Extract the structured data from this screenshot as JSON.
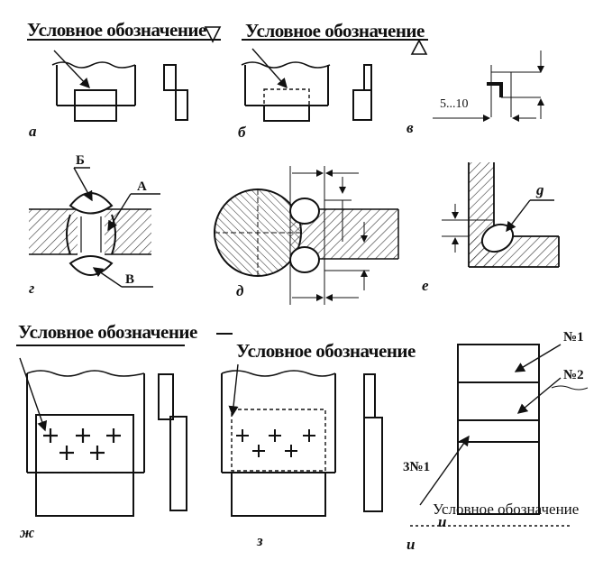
{
  "colors": {
    "ink": "#111111",
    "background": "#ffffff",
    "hatch": "#333333"
  },
  "captions": {
    "a": "Условное обозначение",
    "b": "Условное обозначение",
    "zh": "Условное обозначение",
    "z": "Условное обозначение",
    "i": "Условное обозначение"
  },
  "panel_letters": {
    "a": "а",
    "b": "б",
    "v": "в",
    "g": "г",
    "d": "д",
    "e": "е",
    "zh": "ж",
    "z": "з",
    "i": "и"
  },
  "dimension_label": "5...10",
  "weld_labels": {
    "top": "Б",
    "right": "А",
    "bottom": "В"
  },
  "fillet_label": "g",
  "seam_labels": {
    "first": "№1",
    "second": "№2",
    "third": "3№1"
  },
  "caption_i_suffix": "и",
  "icons": {
    "ground-triangle-down": "inverted-triangle-icon",
    "ground-triangle-up": "triangle-icon"
  }
}
